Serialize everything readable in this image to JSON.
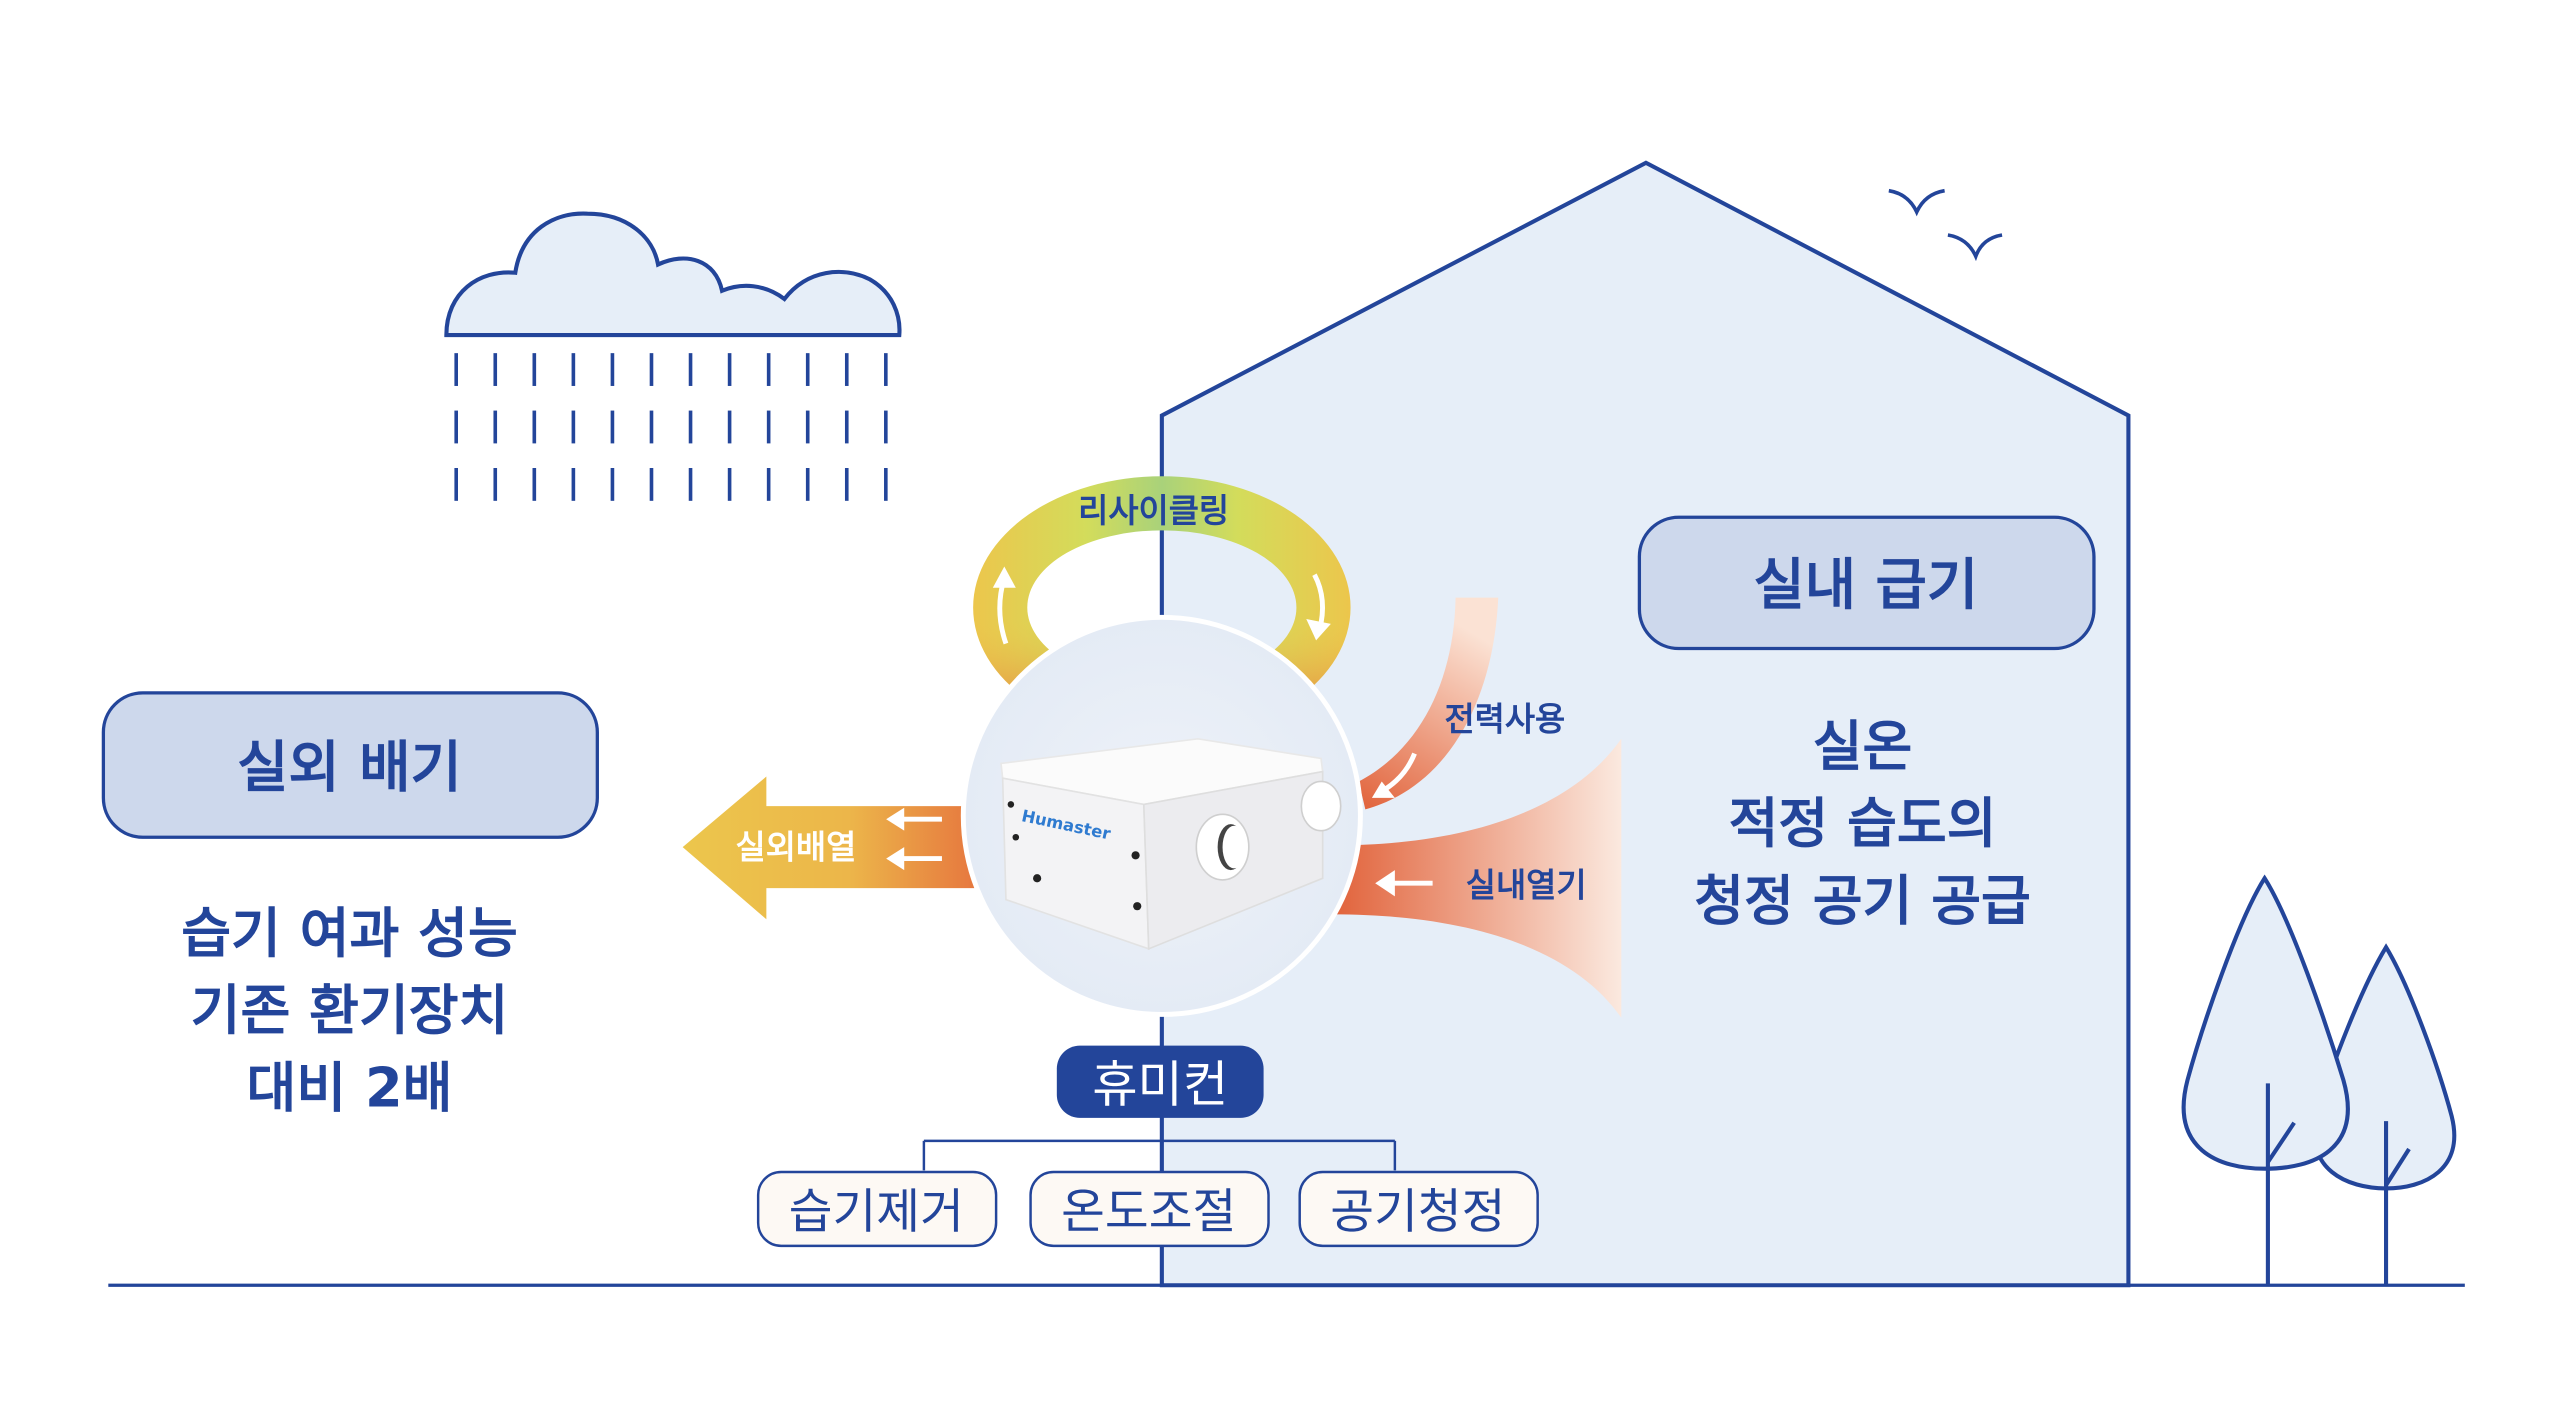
{
  "outdoor": {
    "label": "실외 배기",
    "description": [
      "습기 여과 성능",
      "기존 환기장치",
      "대비 2배"
    ]
  },
  "indoor": {
    "label": "실내 급기",
    "description": [
      "실온",
      "적정 습도의",
      "청정 공기 공급"
    ]
  },
  "flows": {
    "recycling": "리사이클링",
    "power_use": "전력사용",
    "indoor_heat": "실내열기",
    "outdoor_exhaust_heat": "실외배열"
  },
  "product": {
    "brand": "Humaster"
  },
  "humicon": {
    "label": "휴미컨",
    "functions": [
      "습기제거",
      "온도조절",
      "공기청정"
    ]
  },
  "colors": {
    "navy": "#23459a",
    "house_fill": "#e6eef8",
    "label_box": "#cdd8ec",
    "orange": "#e1623a",
    "yellow": "#edc84a",
    "green": "#c9dd5a"
  }
}
